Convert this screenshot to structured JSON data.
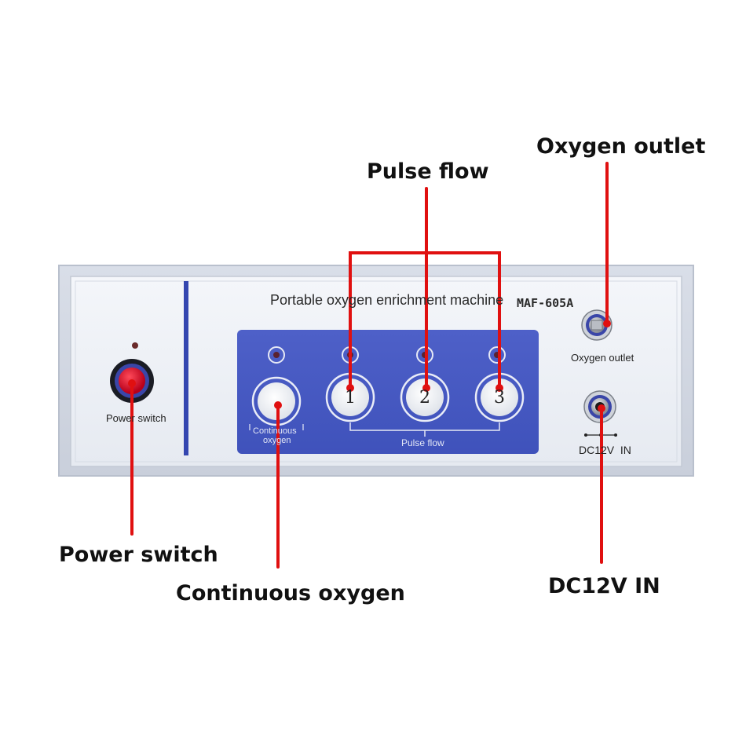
{
  "device": {
    "title": "Portable oxygen enrichment machine",
    "model": "MAF-605A",
    "power_label": "Power switch",
    "continuous_label_line1": "Continuous",
    "continuous_label_line2": "oxygen",
    "pulse_label": "Pulse flow",
    "buttons": [
      "1",
      "2",
      "3"
    ],
    "oxygen_outlet_label": "Oxygen outlet",
    "dc_label": "DC12V  IN"
  },
  "callouts": {
    "pulse_flow": "Pulse flow",
    "oxygen_outlet": "Oxygen outlet",
    "power_switch": "Power switch",
    "continuous_oxygen": "Continuous oxygen",
    "dc_in": "DC12V IN"
  },
  "colors": {
    "leader": "#e01010",
    "panel_blue": "#4a5cc4",
    "device_body": "#e9edf4",
    "accent_bar": "#3446b0"
  }
}
